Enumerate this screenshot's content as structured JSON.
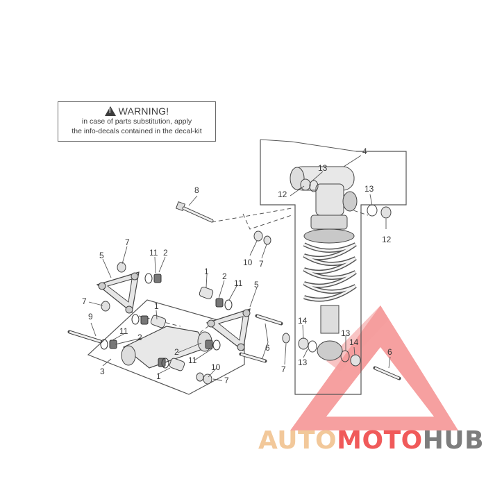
{
  "warning": {
    "title": "WARNING!",
    "line1": "in case of parts substitution, apply",
    "line2": "the info-decals contained in the decal-kit"
  },
  "callouts": [
    "4",
    "13",
    "12",
    "13",
    "12",
    "8",
    "5",
    "7",
    "11",
    "2",
    "7",
    "9",
    "1",
    "11",
    "2",
    "3",
    "1",
    "2",
    "11",
    "5",
    "7",
    "10",
    "1",
    "6",
    "7",
    "10",
    "14",
    "13",
    "14",
    "13",
    "6"
  ],
  "watermark": {
    "part1": "AUTO",
    "part2": "MOTO",
    "part3": "HUB",
    "colors": {
      "auto": "#f2c89a",
      "moto": "#f05a5a",
      "hub": "#7d7d7d",
      "triangle": "#f26b6b"
    }
  }
}
